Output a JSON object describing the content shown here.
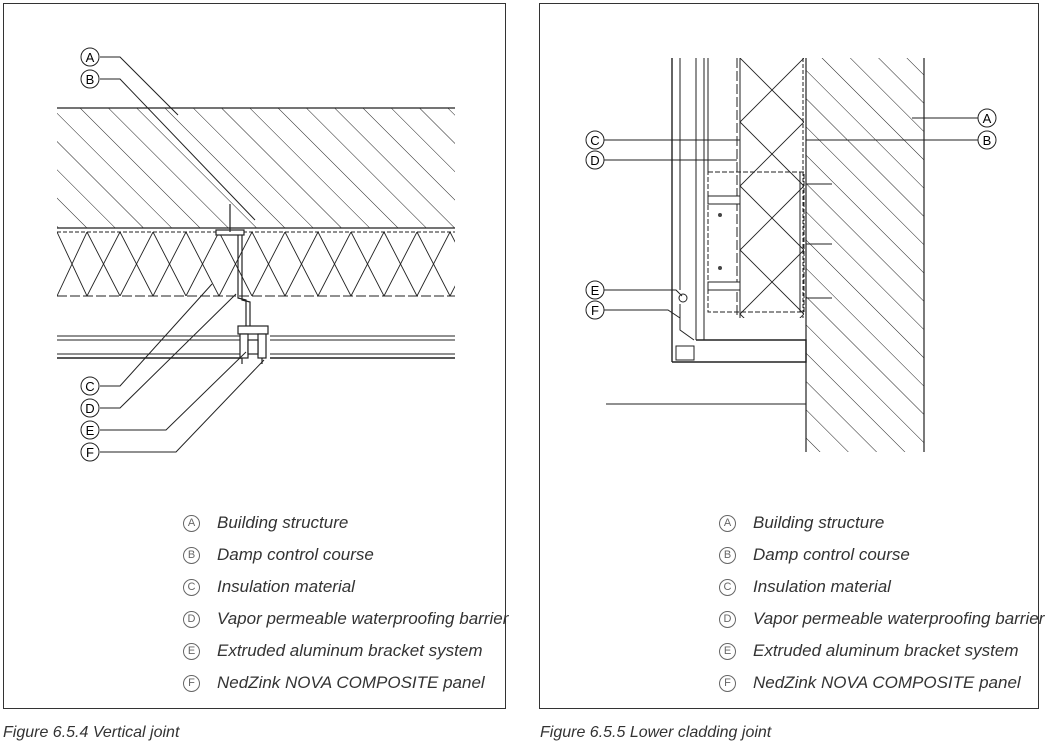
{
  "figures": [
    {
      "caption": "Figure 6.5.4 Vertical joint",
      "callouts": [
        "A",
        "B",
        "C",
        "D",
        "E",
        "F"
      ],
      "legend": [
        {
          "key": "A",
          "text": "Building structure"
        },
        {
          "key": "B",
          "text": "Damp control course"
        },
        {
          "key": "C",
          "text": "Insulation material"
        },
        {
          "key": "D",
          "text": "Vapor permeable waterproofing barrier"
        },
        {
          "key": "E",
          "text": "Extruded aluminum bracket system"
        },
        {
          "key": "F",
          "text": "NedZink NOVA COMPOSITE panel"
        }
      ]
    },
    {
      "caption": "Figure 6.5.5 Lower cladding joint",
      "callouts": [
        "A",
        "B",
        "C",
        "D",
        "E",
        "F"
      ],
      "legend": [
        {
          "key": "A",
          "text": "Building structure"
        },
        {
          "key": "B",
          "text": "Damp control course"
        },
        {
          "key": "C",
          "text": "Insulation material"
        },
        {
          "key": "D",
          "text": "Vapor permeable waterproofing barrier"
        },
        {
          "key": "E",
          "text": "Extruded aluminum bracket system"
        },
        {
          "key": "F",
          "text": "NedZink NOVA COMPOSITE panel"
        }
      ]
    }
  ]
}
